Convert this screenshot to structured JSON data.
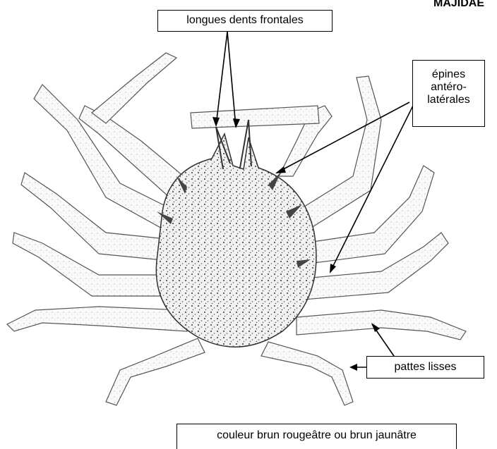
{
  "family": "MAJIDAE",
  "labels": {
    "frontal": "longues dents frontales",
    "epines_line1": "épines",
    "epines_line2": "antéro-",
    "epines_line3": "latérales",
    "pattes": "pattes lisses",
    "couleur": "couleur brun rougeâtre ou brun jaunâtre"
  },
  "colors": {
    "ink": "#000000",
    "shell": "#9a9a9a",
    "background": "#ffffff"
  },
  "icons": [
    "crab-illustration"
  ]
}
